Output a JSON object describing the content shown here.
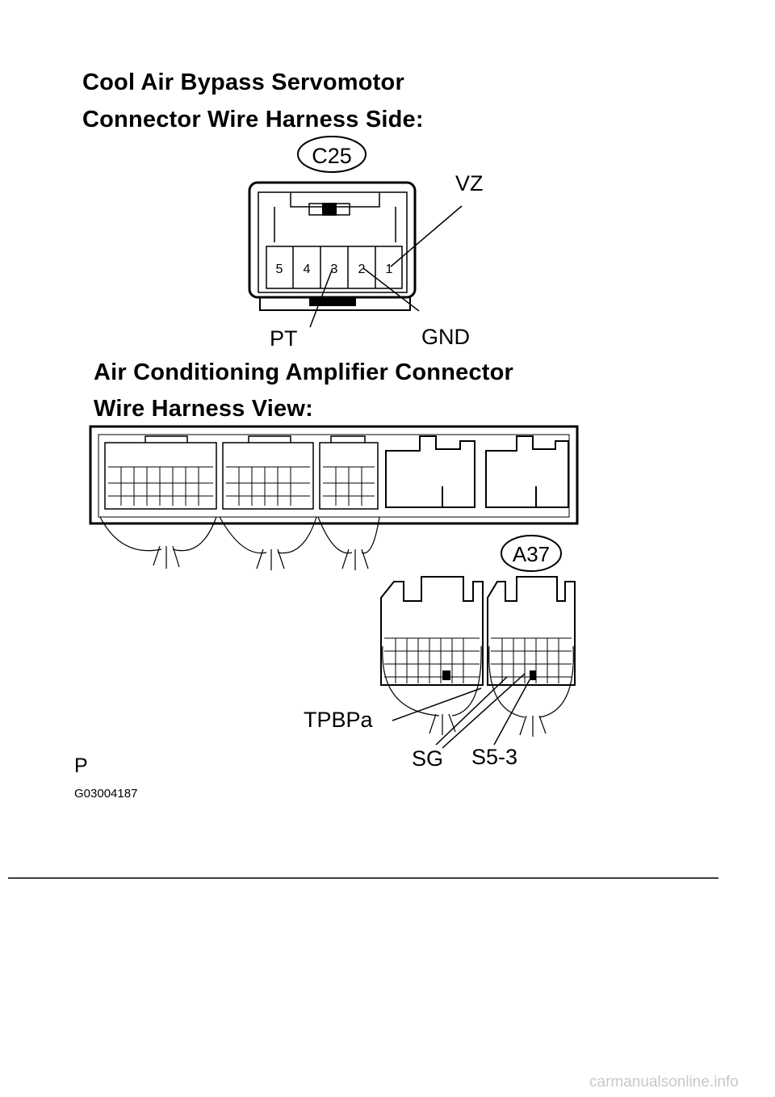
{
  "headings": {
    "servo_line1": "Cool Air Bypass Servomotor",
    "servo_line2": "Connector Wire Harness Side:",
    "amp_line1": "Air Conditioning Amplifier Connector",
    "amp_line2": "Wire Harness View:"
  },
  "connector_c25": {
    "id": "C25",
    "pins": [
      "5",
      "4",
      "3",
      "2",
      "1"
    ],
    "terminals": {
      "vz": "VZ",
      "pt": "PT",
      "gnd": "GND"
    }
  },
  "connector_a37": {
    "id": "A37",
    "terminals": {
      "tpbpa": "TPBPa",
      "sg": "SG",
      "s5_3": "S5-3"
    }
  },
  "footer": {
    "letter": "P",
    "figure_code": "G03004187",
    "watermark": "carmanualsonline.info"
  }
}
